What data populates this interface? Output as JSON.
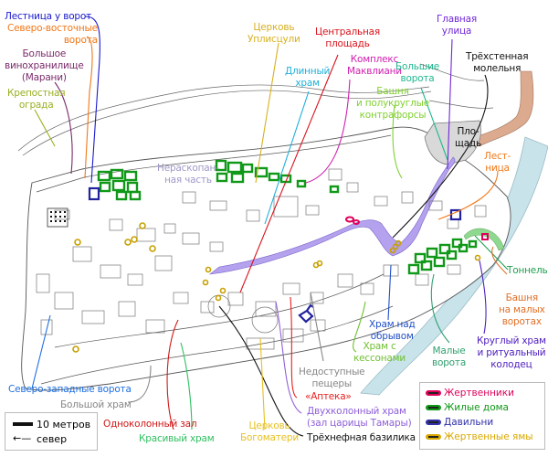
{
  "colors": {
    "outline": "#555555",
    "houses": "#008800",
    "altars": "#e0005a",
    "presses": "#22229e",
    "pits": "#c8a000",
    "street": "#a08ae8",
    "square": "#d9d9d9",
    "river": "#c9e3ea",
    "ramp": "#dcaa8e",
    "tunnel": "#8fd88f"
  },
  "labels": {
    "stairs_gate": {
      "text": "Лестница у ворот",
      "color": "#1a1acc"
    },
    "ne_gate": {
      "text": "Северо-восточные\nворота",
      "color": "#f07818"
    },
    "big_wine_cellar": {
      "text": "Большое\nвинохранилище\n(Марани)",
      "color": "#7a2a6a"
    },
    "fortress_wall": {
      "text": "Крепостная\nограда",
      "color": "#98b020"
    },
    "uplistsuli_church": {
      "text": "Церковь\nУплисцули",
      "color": "#d8b020"
    },
    "central_square": {
      "text": "Центральная\nплощадь",
      "color": "#d8141e"
    },
    "long_temple": {
      "text": "Длинный\nхрам",
      "color": "#20b0d8"
    },
    "makvliani": {
      "text": "Комплекс\nМаквлиани",
      "color": "#d020b0"
    },
    "big_gate": {
      "text": "Большие\nворота",
      "color": "#20b890"
    },
    "tower_buttresses": {
      "text": "Башня\nи полукруглые\nконтрафорсы",
      "color": "#80d030"
    },
    "main_street": {
      "text": "Главная\nулица",
      "color": "#7028d8"
    },
    "three_wall_chapel": {
      "text": "Трёхстенная\nмолельня",
      "color": "#111111"
    },
    "square": {
      "text": "Пло-\nщадь",
      "color": "#111111"
    },
    "stairs": {
      "text": "Лест-\nница",
      "color": "#f07818"
    },
    "unexcavated": {
      "text": "Нераскопан-\nная часть",
      "color": "#a098c8"
    },
    "tunnel": {
      "text": "Тоннель",
      "color": "#20a050"
    },
    "tower_small_gate": {
      "text": "Башня\nна малых\nворотах",
      "color": "#e07028"
    },
    "round_temple": {
      "text": "Круглый храм\nи ритуальный\nколодец",
      "color": "#5020c0"
    },
    "small_gate": {
      "text": "Малые\nворота",
      "color": "#30a070"
    },
    "cliff_temple": {
      "text": "Храм над\nобрывом",
      "color": "#2050c8"
    },
    "coffered_temple": {
      "text": "Храм с\nкессонами",
      "color": "#70c030"
    },
    "inaccessible_caves": {
      "text": "Недоступные\nпещеры",
      "color": "#888888"
    },
    "pharmacy": {
      "text": "«Аптека»",
      "color": "#e82020"
    },
    "two_column_temple": {
      "text": "Двухколонный храм\n(зал царицы Тамары)",
      "color": "#9060d8"
    },
    "three_nave_basilica": {
      "text": "Трёхнефная базилика",
      "color": "#111111"
    },
    "mother_of_god_church": {
      "text": "Церковь\nБогоматери",
      "color": "#e8c020"
    },
    "one_column_hall": {
      "text": "Одноколонный зал",
      "color": "#d01818"
    },
    "beautiful_temple": {
      "text": "Красивый храм",
      "color": "#30c060"
    },
    "great_temple": {
      "text": "Большой храм",
      "color": "#888888"
    },
    "nw_gate": {
      "text": "Северо-западные ворота",
      "color": "#2070e0"
    }
  },
  "legend": {
    "items": [
      {
        "label": "Жертвенники",
        "color": "#e0005a"
      },
      {
        "label": "Жилые дома",
        "color": "#109818"
      },
      {
        "label": "Давильни",
        "color": "#3030a8"
      },
      {
        "label": "Жертвенные ямы",
        "color": "#d8a800"
      }
    ]
  },
  "scale": {
    "scale_label": "10 метров",
    "north_label": "север"
  }
}
